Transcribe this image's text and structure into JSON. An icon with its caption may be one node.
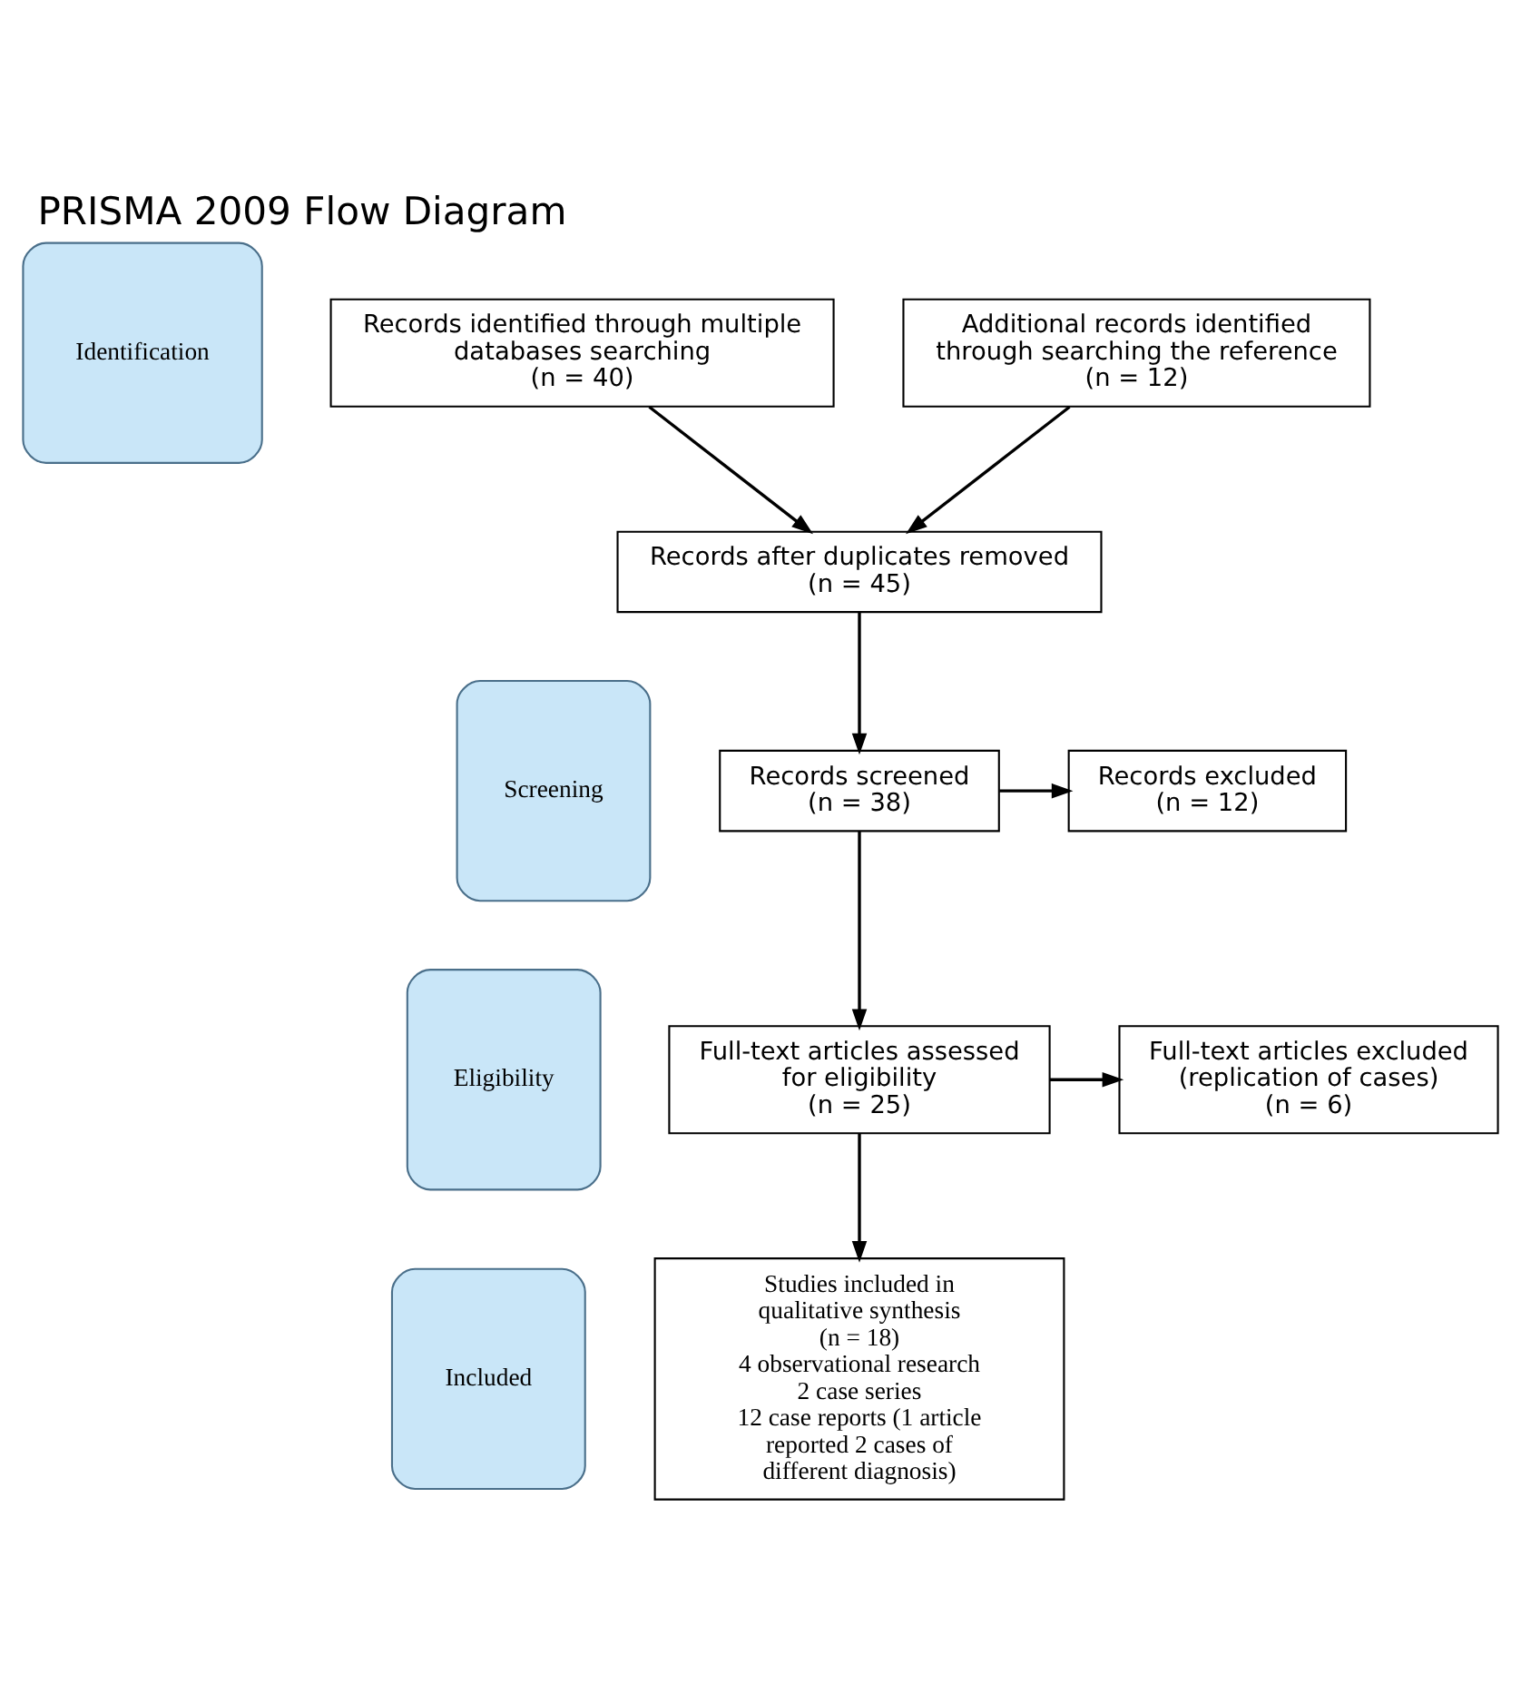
{
  "diagram": {
    "title": "PRISMA 2009 Flow Diagram",
    "nodes": [
      {
        "text": [
          "Identification"
        ]
      },
      {
        "text": [
          "Screening"
        ]
      },
      {
        "text": [
          "Eligibility"
        ]
      },
      {
        "text": [
          "Included"
        ]
      },
      {
        "text": [
          "Records identified through multiple databases searching",
          "(n = 40)"
        ]
      },
      {
        "text": [
          "Additional records identified through searching the reference",
          "(n = 12)"
        ]
      },
      {
        "text": [
          "Records after duplicates removed",
          "(n = 45)"
        ]
      },
      {
        "text": [
          "Records screened",
          "(n = 38)"
        ]
      },
      {
        "text": [
          "Records excluded",
          "(n = 12)"
        ]
      },
      {
        "text": [
          "Full-text articles assessed for eligibility",
          "(n = 25)"
        ]
      },
      {
        "text": [
          "Full-text articles excluded (replication of cases)",
          "(n = 6)"
        ]
      },
      {
        "text": [
          "Studies included in qualitative synthesis",
          "(n = 18)",
          "4 observational research",
          "2 case series",
          "12 case reports (1 article reported 2 cases of different diagnosis)"
        ]
      }
    ],
    "edges": [
      {
        "from": 4,
        "to": 6,
        "arrow": "to"
      },
      {
        "from": 5,
        "to": 6,
        "arrow": "to"
      },
      {
        "from": 6,
        "to": 7,
        "arrow": "to"
      },
      {
        "from": 7,
        "to": 8,
        "arrow": "to"
      },
      {
        "from": 7,
        "to": 9,
        "arrow": "to"
      },
      {
        "from": 9,
        "to": 10,
        "arrow": "to"
      },
      {
        "from": 9,
        "to": 11,
        "arrow": "to"
      }
    ]
  }
}
